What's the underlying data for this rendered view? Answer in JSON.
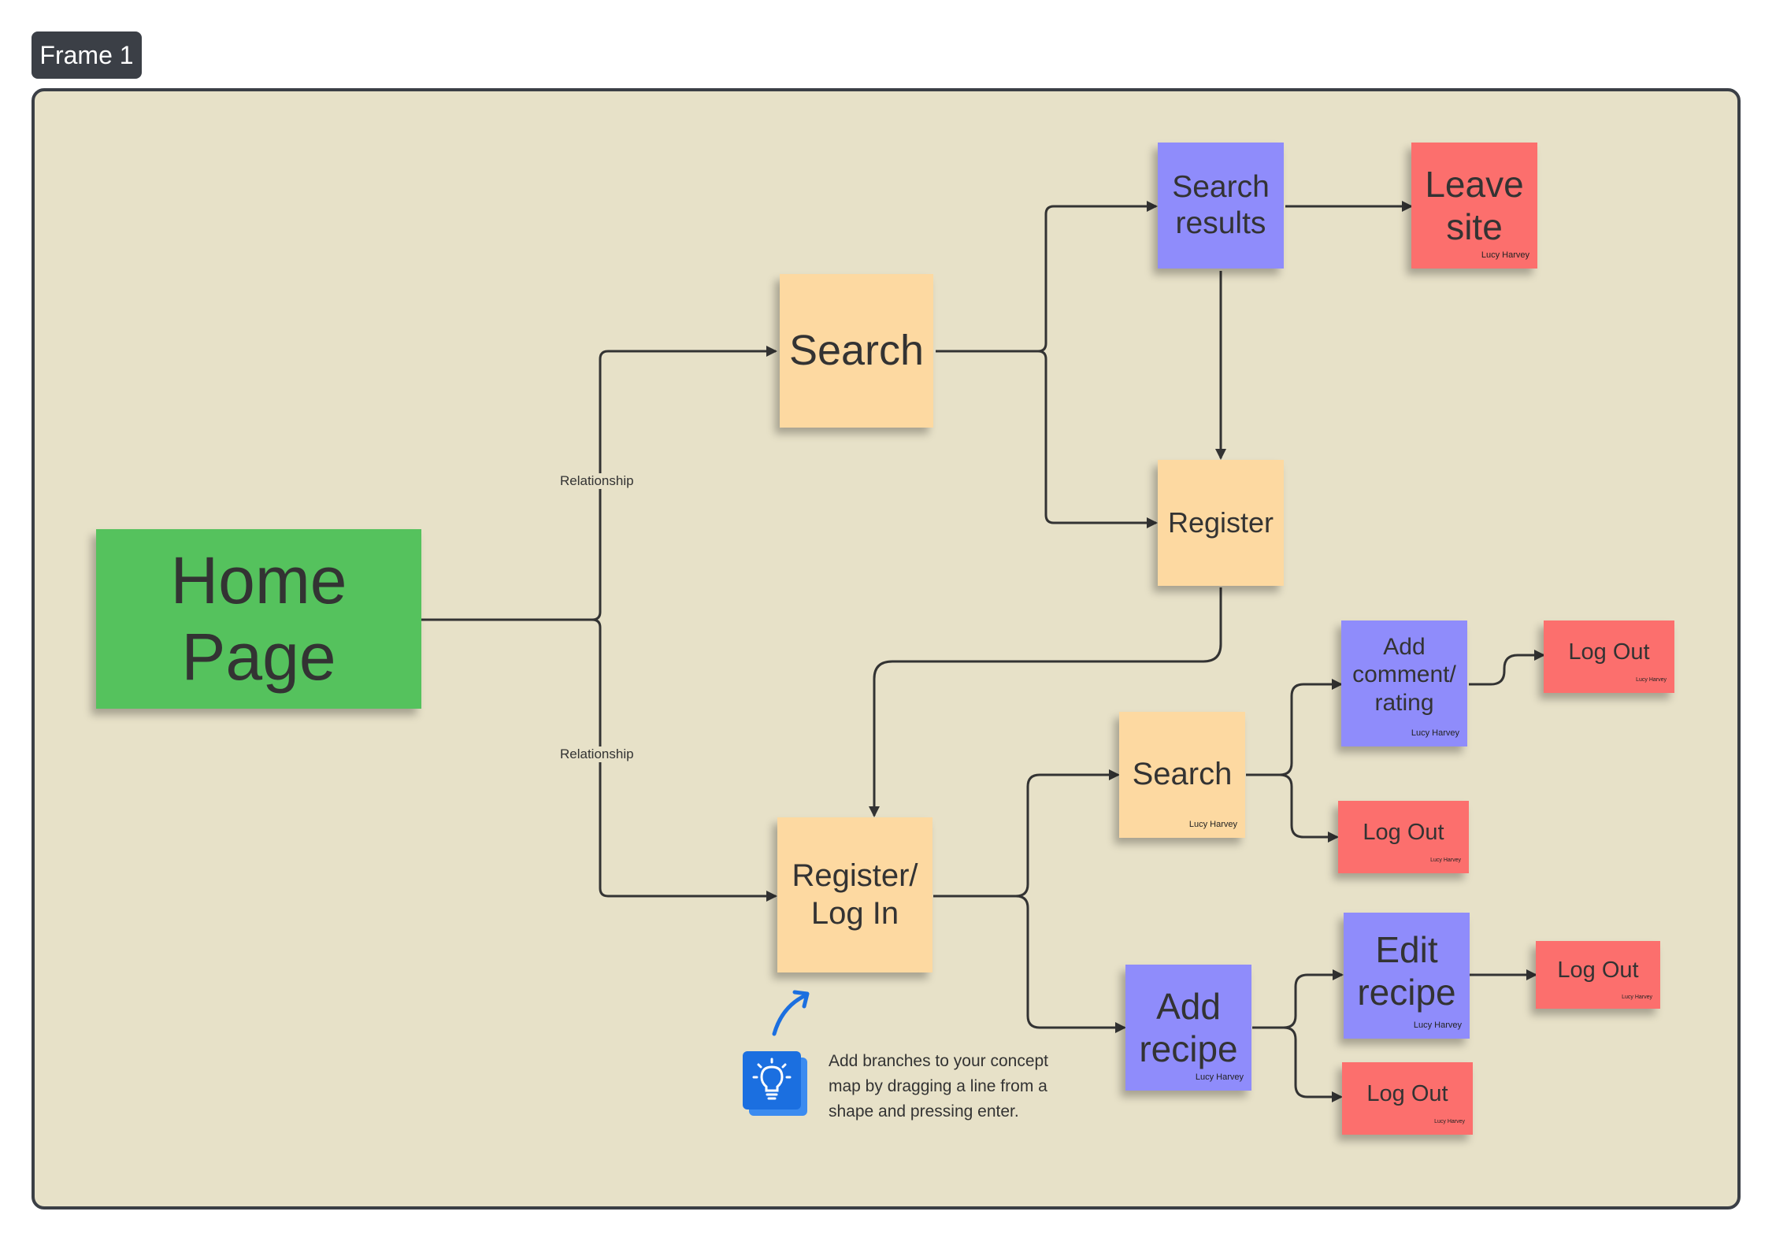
{
  "frame": {
    "label": "Frame 1"
  },
  "nodes": {
    "home": {
      "label": "Home\nPage"
    },
    "search_top": {
      "label": "Search"
    },
    "search_results": {
      "label": "Search\nresults"
    },
    "leave_site": {
      "label": "Leave\nsite",
      "author": "Lucy Harvey"
    },
    "register": {
      "label": "Register"
    },
    "register_login": {
      "label": "Register/\nLog In"
    },
    "search_bottom": {
      "label": "Search",
      "author": "Lucy Harvey"
    },
    "add_comment": {
      "label": "Add\ncomment/\nrating",
      "author": "Lucy Harvey"
    },
    "logout_1": {
      "label": "Log Out",
      "author": "Lucy Harvey"
    },
    "logout_2": {
      "label": "Log Out",
      "author": "Lucy Harvey"
    },
    "add_recipe": {
      "label": "Add\nrecipe",
      "author": "Lucy Harvey"
    },
    "edit_recipe": {
      "label": "Edit\nrecipe",
      "author": "Lucy Harvey"
    },
    "logout_3": {
      "label": "Log Out",
      "author": "Lucy Harvey"
    },
    "logout_4": {
      "label": "Log Out",
      "author": "Lucy Harvey"
    }
  },
  "relationship_labels": {
    "top": "Relationship",
    "bottom": "Relationship"
  },
  "tip": {
    "text": "Add branches to your concept map by dragging a line from a shape and pressing enter.",
    "icon": "lightbulb-icon"
  },
  "colors": {
    "canvas": "#e7e1c8",
    "home": "#55c25d",
    "orange_note": "#fdd9a1",
    "purple_note": "#8f8cfb",
    "red_note": "#fc6f6d",
    "connector": "#333333",
    "tip_blue": "#1b6fe0"
  }
}
